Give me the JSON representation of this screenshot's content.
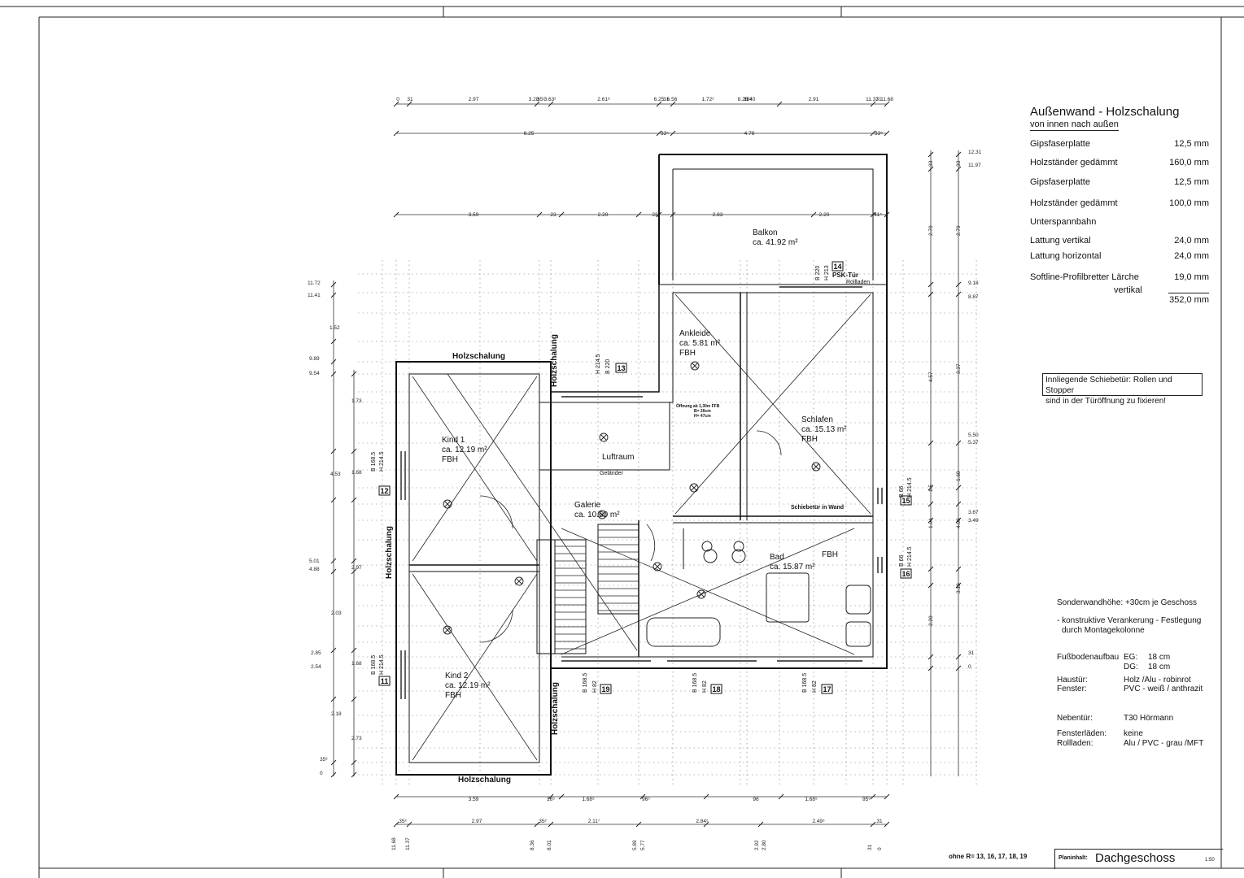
{
  "legend": {
    "title": "Außenwand - Holzschalung",
    "subtitle": "von innen nach außen",
    "layers": [
      {
        "name": "Gipsfaserplatte",
        "value": "12,5 mm"
      },
      {
        "name": "Holzständer gedämmt",
        "value": "160,0 mm"
      },
      {
        "name": "Gipsfaserplatte",
        "value": "12,5 mm"
      },
      {
        "name": "Holzständer gedämmt",
        "value": "100,0 mm"
      },
      {
        "name": "Unterspannbahn",
        "value": ""
      },
      {
        "name": "Lattung vertikal",
        "value": "24,0 mm"
      },
      {
        "name": "Lattung horizontal",
        "value": "24,0 mm"
      },
      {
        "name": "Softline-Profilbretter Lärche",
        "value": "19,0 mm"
      },
      {
        "name": "vertikal",
        "value": ""
      }
    ],
    "total": "352,0 mm"
  },
  "sliding_door_note": {
    "line1": "Innliegende Schiebetür: Rollen und Stopper",
    "line2": "sind in der Türöffnung zu fixieren!"
  },
  "notes": {
    "sonderwand": "Sonderwandhöhe: +30cm je Geschoss",
    "verankerung1": "- konstruktive Verankerung - Festlegung",
    "verankerung2": "durch Montagekolonne",
    "fussboden_label": "Fußbodenaufbau",
    "eg_label": "EG:",
    "eg_value": "18 cm",
    "dg_label": "DG:",
    "dg_value": "18 cm",
    "haustuer_label": "Haustür:",
    "haustuer_value": "Holz /Alu - robinrot",
    "fenster_label": "Fenster:",
    "fenster_value": "PVC - weiß / anthrazit",
    "nebentuer_label": "Nebentür:",
    "nebentuer_value": "T30 Hörmann",
    "fensterlaeden_label": "Fensterläden:",
    "fensterlaeden_value": "keine",
    "rollladen_label": "Rollladen:",
    "rollladen_value": "Alu / PVC  - grau /MFT"
  },
  "rooms": {
    "balkon": {
      "name": "Balkon",
      "area": "ca. 41.92 m²"
    },
    "ankleide": {
      "name": "Ankleide",
      "area": "ca. 5.81 m²",
      "floor": "FBH"
    },
    "schlafen": {
      "name": "Schlafen",
      "area": "ca. 15.13 m²",
      "floor": "FBH"
    },
    "kind1": {
      "name": "Kind 1",
      "area": "ca. 12.19 m²",
      "floor": "FBH"
    },
    "kind2": {
      "name": "Kind 2",
      "area": "ca. 12.19 m²",
      "floor": "FBH"
    },
    "galerie": {
      "name": "Galerie",
      "area": "ca. 10.60 m²"
    },
    "luftraum": {
      "name": "Luftraum"
    },
    "bad": {
      "name": "Bad",
      "area": "ca. 15.87 m²",
      "floor": "FBH"
    }
  },
  "wall_labels": {
    "top": "Holzschalung",
    "bottom": "Holzschalung",
    "left": "Holzschalung",
    "center_top": "Holzschalung",
    "center_bottom": "Holzschalung"
  },
  "door_labels": {
    "psk": "PSK-Tür",
    "rollladen": "Rollladen",
    "schiebetuer": "Schiebetür in Wand",
    "gelaender": "Geländer",
    "oeffnung1": "Öffnung ab 1,30m FFB",
    "oeffnung2": "B= 26cm",
    "oeffnung3": "H= 47cm"
  },
  "window_tags": [
    "11",
    "12",
    "13",
    "14",
    "15",
    "16",
    "17",
    "18",
    "19"
  ],
  "window_specs": {
    "w17": "B 168.5",
    "w17h": "H 82",
    "w18": "B 168.5",
    "w18h": "H 82",
    "w19": "B 168.5",
    "w19h": "H 82",
    "w13": "H 214.5",
    "w13b": "B 220",
    "w14": "B 220",
    "w14h": "H 213",
    "w12a": "B 168.5",
    "w12b": "H 214.5",
    "w11a": "B 168.5",
    "w11b": "H 214.5",
    "w15": "B 66",
    "w15h": "H 214.5",
    "w16": "B 66",
    "w16h": "H 214.5"
  },
  "dimensions_top1": [
    "0",
    "31",
    "2.97",
    "3.28",
    "35²",
    "3.63²",
    "2.61⁸",
    "6.25",
    "31",
    "6.56",
    "1.72²",
    "8.28",
    "8.40",
    "18⁵",
    "2.91",
    "11.37",
    "31",
    "11.68"
  ],
  "dimensions_top2": [
    "6.25",
    "33⁵",
    "4.78",
    "33⁵"
  ],
  "dimensions_top3": [
    "3.59",
    "23",
    "2.20",
    "23",
    "2.83",
    "2.20",
    "41⁵"
  ],
  "dimensions_bottom1": [
    "3.59",
    "16⁵",
    "1.68⁵",
    "96⁵",
    "96",
    "1.68⁵",
    "95⁵"
  ],
  "dimensions_bottom2": [
    "35²",
    "2.97",
    "35²",
    "2.11⁷",
    "2.84⁵",
    "2.49⁵",
    "31"
  ],
  "dimensions_bottom3": [
    "11.68",
    "11.37",
    "8.36",
    "8.01",
    "5.89",
    "5.77",
    "2.92",
    "2.80",
    "31",
    "0"
  ],
  "dimensions_left": [
    "11.72",
    "11.41",
    "1.52",
    "9.89",
    "9.54",
    "35³",
    "1.73",
    "4.53",
    "1.68",
    "5.01",
    "4.88",
    "2.97",
    "2.03",
    "2.85",
    "2.54",
    "1.68",
    "2.18",
    "2.73",
    "35³",
    "0"
  ],
  "dimensions_right": [
    "12.31",
    "11.97",
    "33",
    "33",
    "2.79",
    "2.79",
    "9.18",
    "8.87",
    "4.57",
    "3.37",
    "5.50",
    "5.37",
    "1.68",
    "1.5",
    "3.67",
    "3.49",
    "1.04",
    "4.08",
    "3.18",
    "2.20",
    "31",
    "0"
  ],
  "title_block": {
    "exclusion": "ohne R= 13, 16, 17, 18, 19",
    "plan_label": "Planinhalt:",
    "plan_title": "Dachgeschoss",
    "scale": "1:50"
  },
  "colors": {
    "line": "#111111",
    "grid": "#555555",
    "background": "#ffffff"
  }
}
